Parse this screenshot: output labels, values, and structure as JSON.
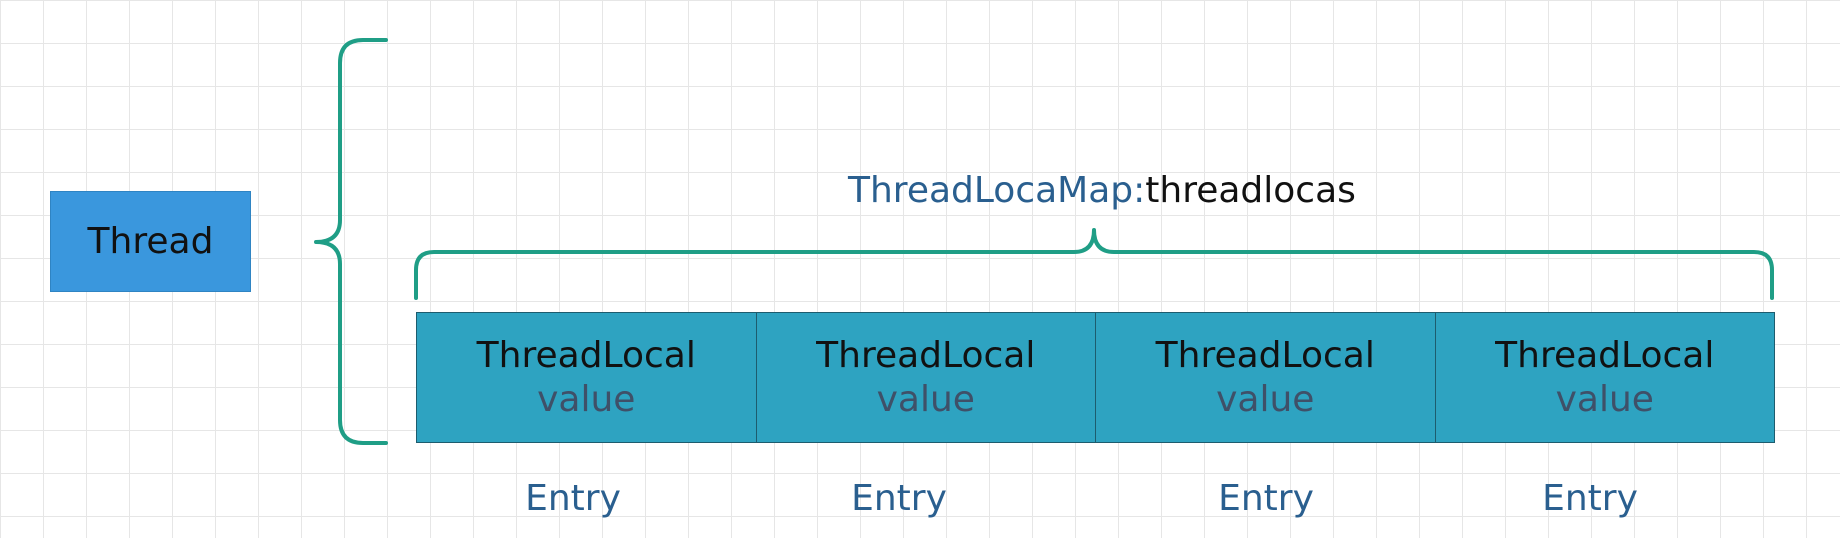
{
  "thread": {
    "label": "Thread"
  },
  "map": {
    "type_label": "ThreadLocaMap:",
    "name_label": "threadlocas"
  },
  "entries": [
    {
      "key": "ThreadLocal",
      "value": "value",
      "label": "Entry"
    },
    {
      "key": "ThreadLocal",
      "value": "value",
      "label": "Entry"
    },
    {
      "key": "ThreadLocal",
      "value": "value",
      "label": "Entry"
    },
    {
      "key": "ThreadLocal",
      "value": "value",
      "label": "Entry"
    }
  ],
  "colors": {
    "thread_box": "#3a97dd",
    "cell_fill": "#2ea3c1",
    "brace_stroke": "#1f9e86",
    "type_text": "#2a5f8f",
    "value_text": "#3f5068",
    "grid": "#e6e6e6"
  }
}
